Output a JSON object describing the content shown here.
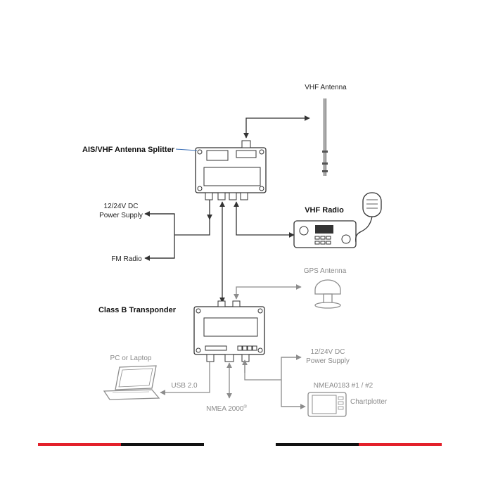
{
  "labels": {
    "vhf_antenna": "VHF Antenna",
    "splitter": "AIS/VHF Antenna Splitter",
    "power_top_line1": "12/24V DC",
    "power_top_line2": "Power Supply",
    "fm_radio": "FM Radio",
    "vhf_radio": "VHF Radio",
    "gps_antenna": "GPS Antenna",
    "transponder": "Class B Transponder",
    "pc_laptop": "PC or Laptop",
    "usb": "USB 2.0",
    "nmea2000": "NMEA 2000",
    "nmea2000_mark": "®",
    "power_bottom_line1": "12/24V DC",
    "power_bottom_line2": "Power Supply",
    "nmea0183": "NMEA0183 #1 / #2",
    "chartplotter": "Chartplotter"
  },
  "colors": {
    "line_dark": "#333333",
    "line_grey": "#8c8c8c",
    "footer_red": "#e3202a",
    "footer_black": "#111111",
    "splitter_leader": "#3b6fb6"
  }
}
